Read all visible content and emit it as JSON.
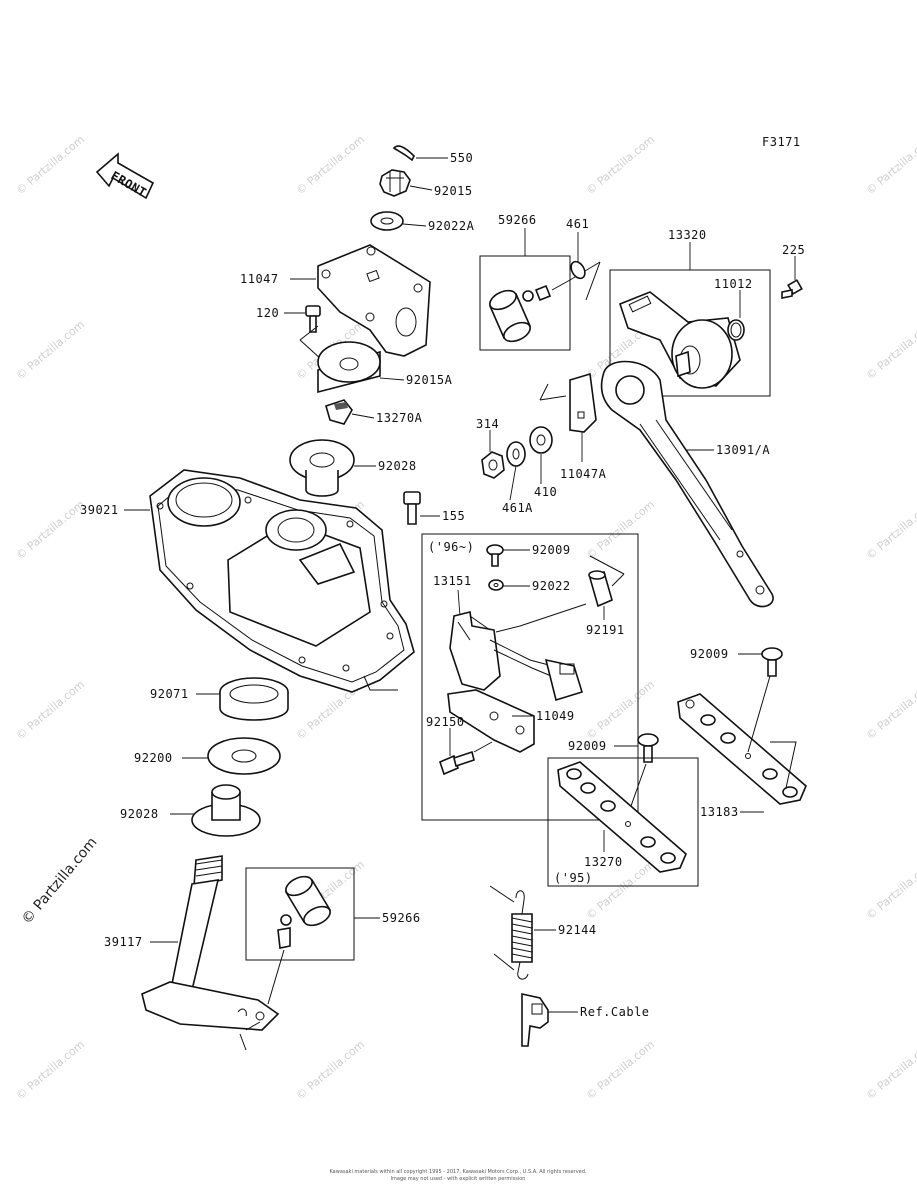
{
  "figure_code": "F3171",
  "front_label": "FRONT",
  "watermark": "© Partzilla.com",
  "copyright_line1": "Kawasaki materials within all copyright 1995 - 2017, Kawasaki Motors Corp., U.S.A. All rights reserved.",
  "copyright_line2": "Image may not used - with explicit written permission",
  "labels": {
    "p550": "550",
    "p92015": "92015",
    "p92022A": "92022A",
    "p11047": "11047",
    "p120": "120",
    "p92015A": "92015A",
    "p13270A": "13270A",
    "p92028_top": "92028",
    "p39021": "39021",
    "p155": "155",
    "p59266_top": "59266",
    "p461": "461",
    "p13320": "13320",
    "p225": "225",
    "p11012": "11012",
    "p314": "314",
    "p461A": "461A",
    "p410": "410",
    "p11047A": "11047A",
    "p13091A": "13091/A",
    "p96": "('96~)",
    "p92009_a": "92009",
    "p13151": "13151",
    "p92022": "92022",
    "p92191": "92191",
    "p92150": "92150",
    "p11049": "11049",
    "p92071": "92071",
    "p92200": "92200",
    "p92028_bot": "92028",
    "p39117": "39117",
    "p59266_bot": "59266",
    "p92009_b": "92009",
    "p13183": "13183",
    "p92009_c": "92009",
    "p13270": "13270",
    "p95": "('95)",
    "p92144": "92144",
    "pRefCable": "Ref.Cable"
  }
}
